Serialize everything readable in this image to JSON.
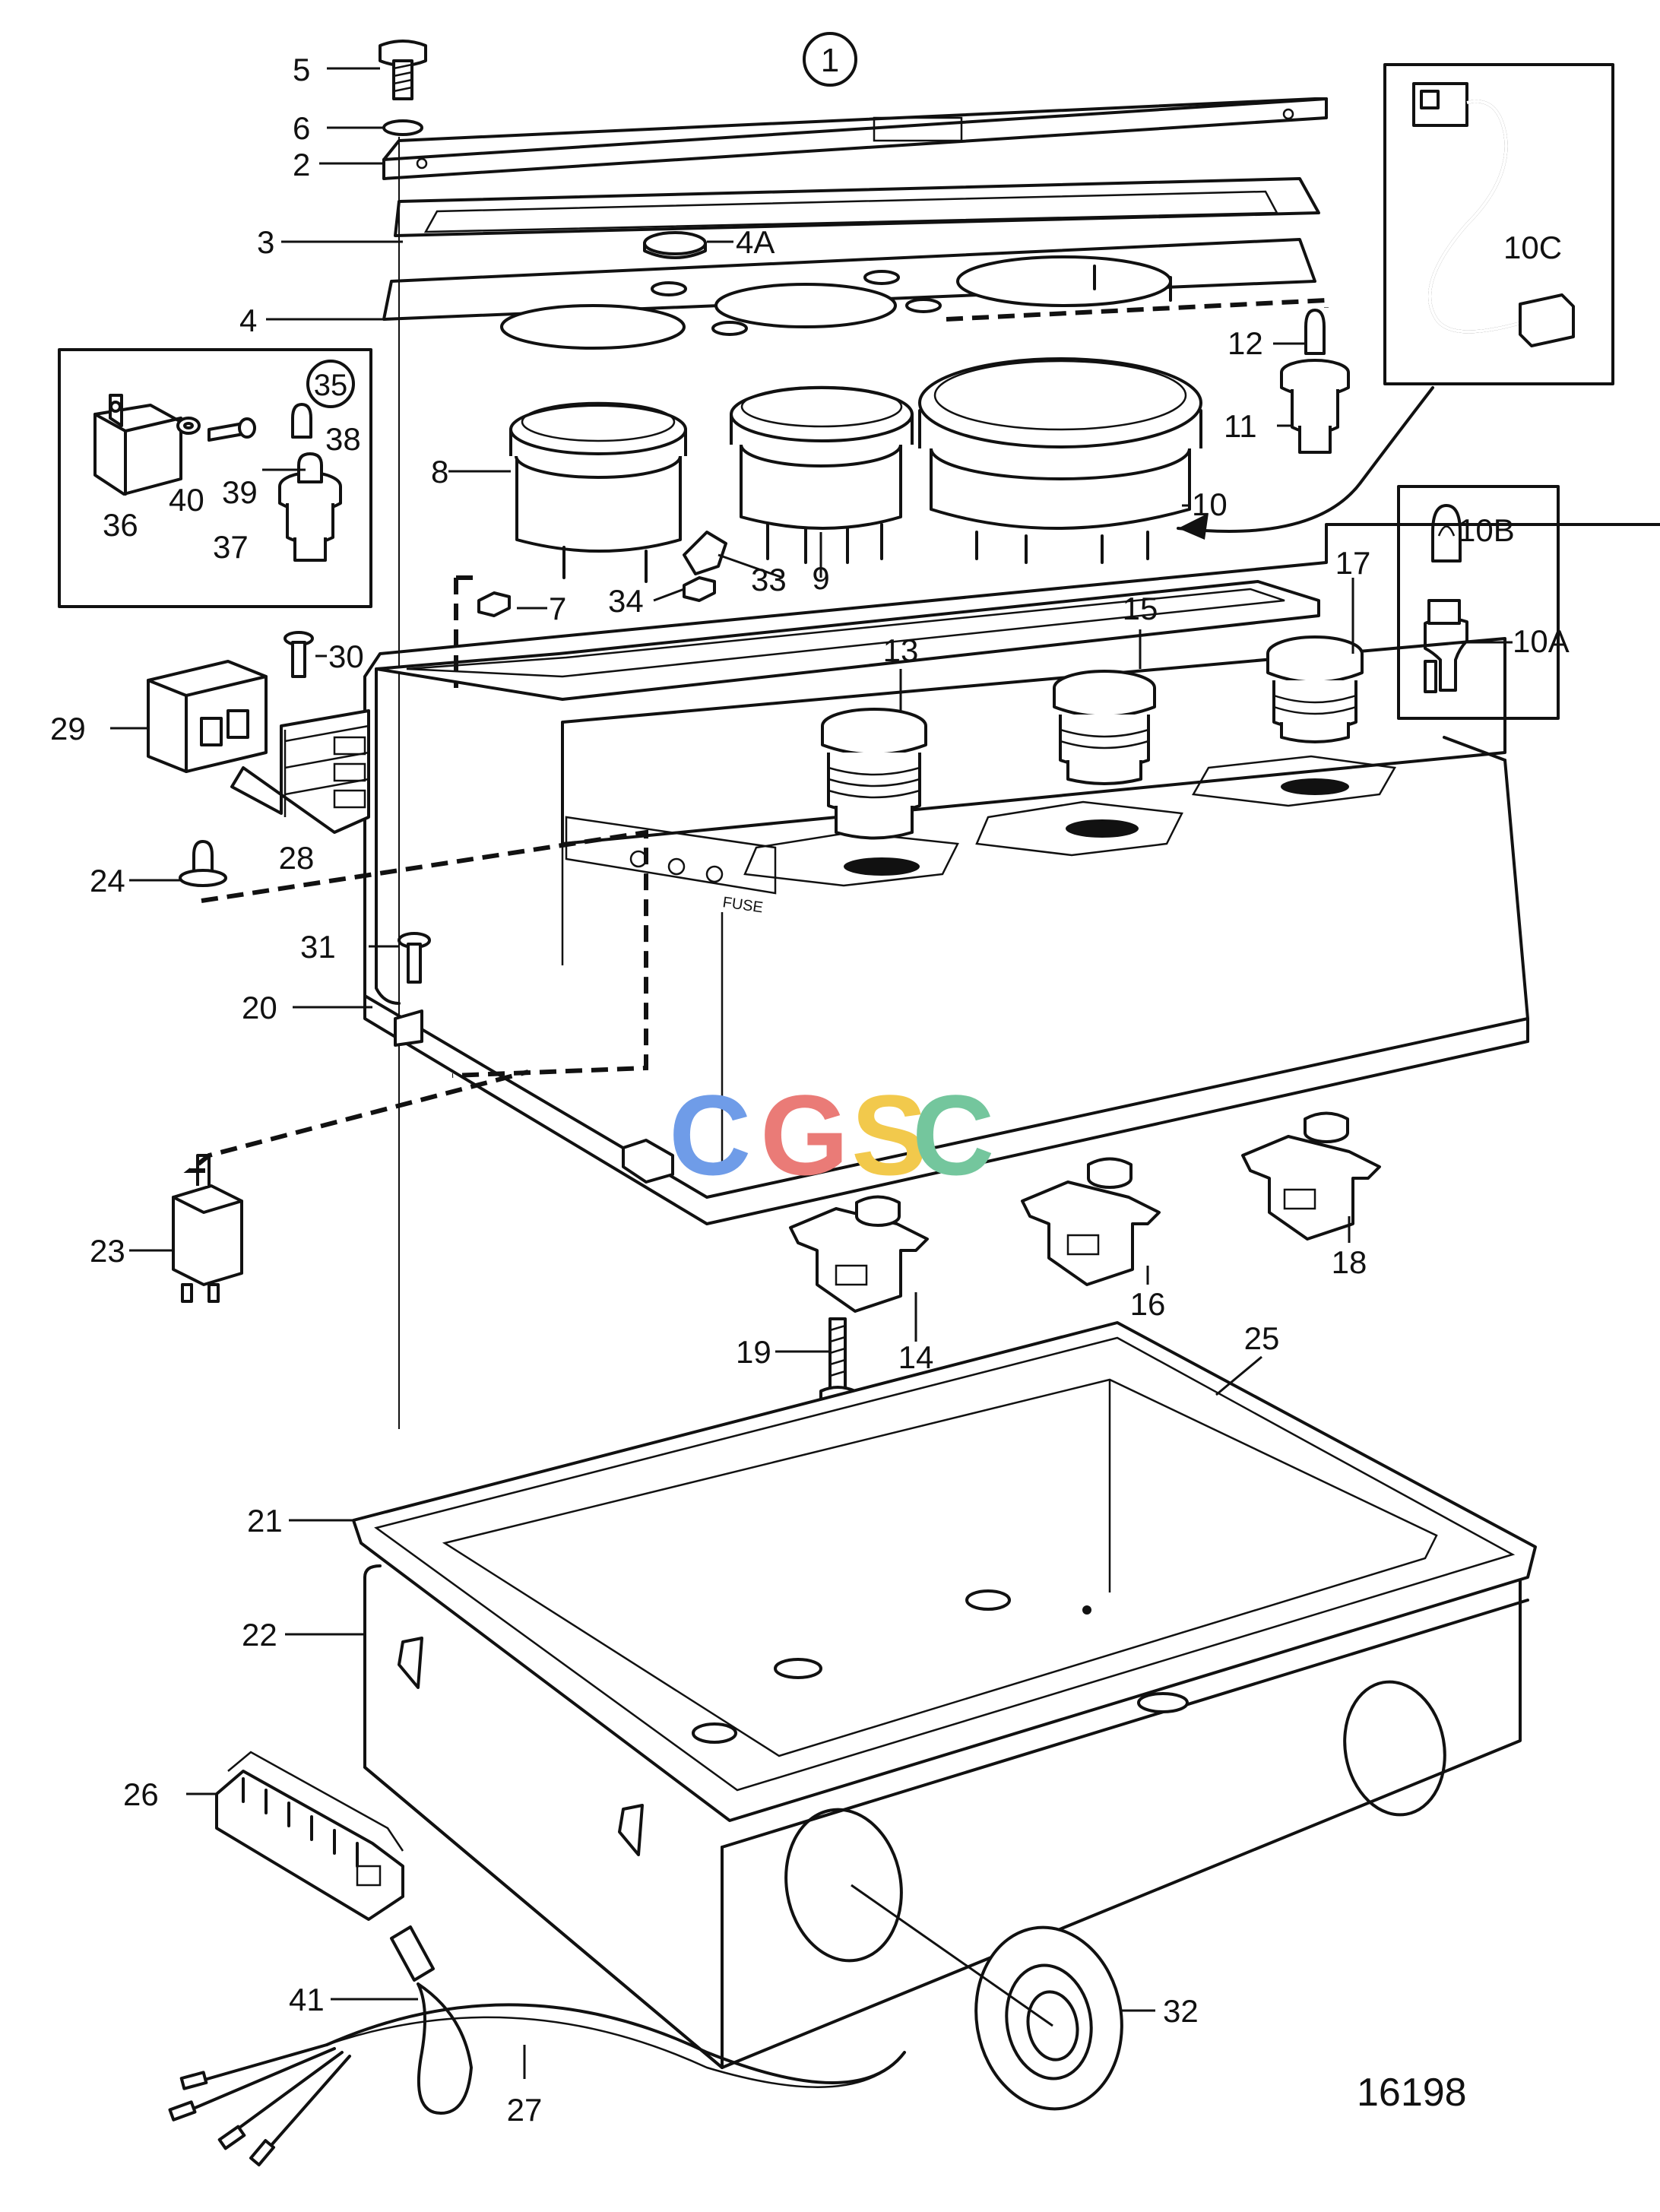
{
  "drawing_number": "16198",
  "assembly_label": "1",
  "inset_35_label": "35",
  "cover_text": "FUSE",
  "watermark": {
    "letters": [
      "C",
      "G",
      "S",
      "C"
    ],
    "colors": [
      "#6f9ce8",
      "#ea7b77",
      "#f2c94c",
      "#74c69d"
    ]
  },
  "callouts": [
    {
      "id": "5",
      "label": "5"
    },
    {
      "id": "6",
      "label": "6"
    },
    {
      "id": "2",
      "label": "2"
    },
    {
      "id": "3",
      "label": "3"
    },
    {
      "id": "4A",
      "label": "4A"
    },
    {
      "id": "4",
      "label": "4"
    },
    {
      "id": "12",
      "label": "12"
    },
    {
      "id": "11",
      "label": "11"
    },
    {
      "id": "10C",
      "label": "10C"
    },
    {
      "id": "38",
      "label": "38"
    },
    {
      "id": "40",
      "label": "40"
    },
    {
      "id": "39",
      "label": "39"
    },
    {
      "id": "36",
      "label": "36"
    },
    {
      "id": "37",
      "label": "37"
    },
    {
      "id": "8",
      "label": "8"
    },
    {
      "id": "10",
      "label": "10"
    },
    {
      "id": "10B",
      "label": "10B"
    },
    {
      "id": "33",
      "label": "33"
    },
    {
      "id": "9",
      "label": "9"
    },
    {
      "id": "34",
      "label": "34"
    },
    {
      "id": "7",
      "label": "7"
    },
    {
      "id": "17",
      "label": "17"
    },
    {
      "id": "15",
      "label": "15"
    },
    {
      "id": "13",
      "label": "13"
    },
    {
      "id": "10A",
      "label": "10A"
    },
    {
      "id": "30",
      "label": "30"
    },
    {
      "id": "29",
      "label": "29"
    },
    {
      "id": "28",
      "label": "28"
    },
    {
      "id": "24",
      "label": "24"
    },
    {
      "id": "31",
      "label": "31"
    },
    {
      "id": "20",
      "label": "20"
    },
    {
      "id": "23",
      "label": "23"
    },
    {
      "id": "18",
      "label": "18"
    },
    {
      "id": "16",
      "label": "16"
    },
    {
      "id": "14",
      "label": "14"
    },
    {
      "id": "19",
      "label": "19"
    },
    {
      "id": "25",
      "label": "25"
    },
    {
      "id": "21",
      "label": "21"
    },
    {
      "id": "22",
      "label": "22"
    },
    {
      "id": "26",
      "label": "26"
    },
    {
      "id": "41",
      "label": "41"
    },
    {
      "id": "32",
      "label": "32"
    },
    {
      "id": "27",
      "label": "27"
    }
  ]
}
